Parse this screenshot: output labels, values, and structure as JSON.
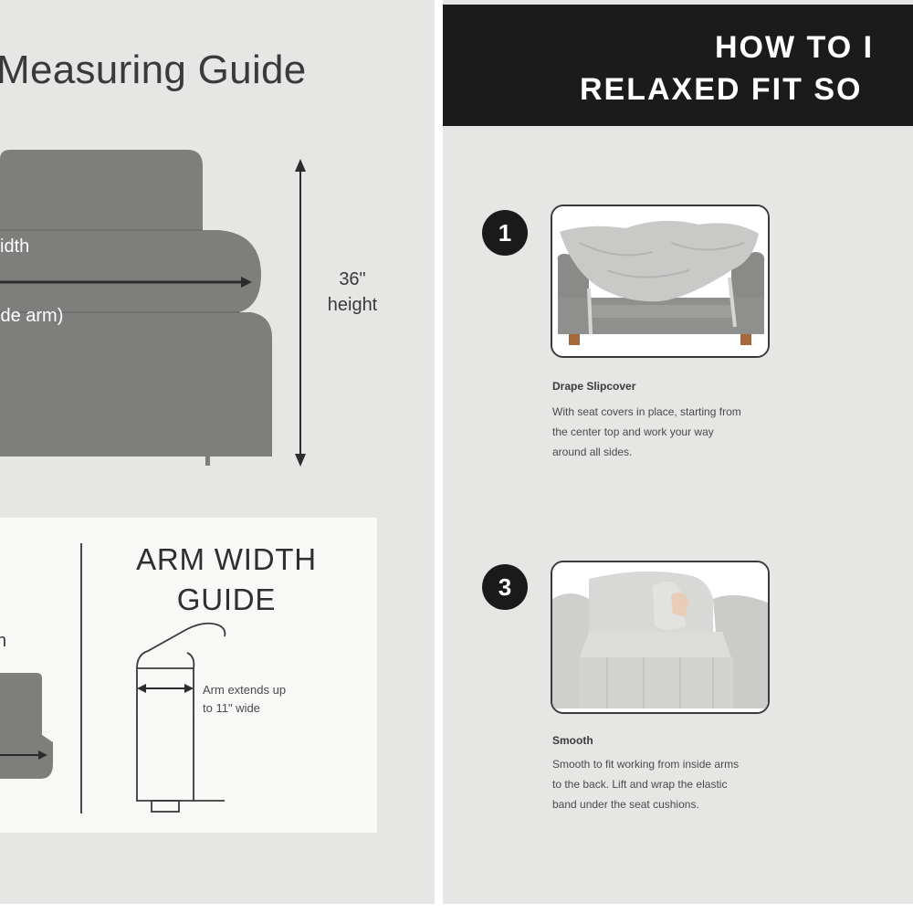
{
  "left_panel": {
    "title": "Measuring Guide",
    "sofa_labels": {
      "width_fragment": "idth",
      "arm_fragment": "ide arm)"
    },
    "height": {
      "value": "36\"",
      "label": "height"
    },
    "arm_guide": {
      "title_line1": "ARM WIDTH",
      "title_line2": "GUIDE",
      "left_fragment": "n",
      "note_line1": "Arm extends up",
      "note_line2": "to 11\" wide"
    }
  },
  "right_panel": {
    "banner": {
      "line1": "HOW TO I",
      "line2": "RELAXED FIT SO"
    },
    "steps": [
      {
        "number": "1",
        "title": "Drape Slipcover",
        "desc_lines": [
          "With seat covers in place, starting from",
          "the center top and work your way",
          "around all sides."
        ]
      },
      {
        "number": "3",
        "title": "Smooth",
        "desc_lines": [
          "Smooth to fit working from inside arms",
          "to the back. Lift and wrap the elastic",
          "band under the seat cushions."
        ]
      }
    ]
  },
  "colors": {
    "panel_bg": "#e6e6e5",
    "banner_bg": "#1c1b1b",
    "sofa_gray": "#7e7e7d",
    "badge": "#1a1a1a"
  }
}
